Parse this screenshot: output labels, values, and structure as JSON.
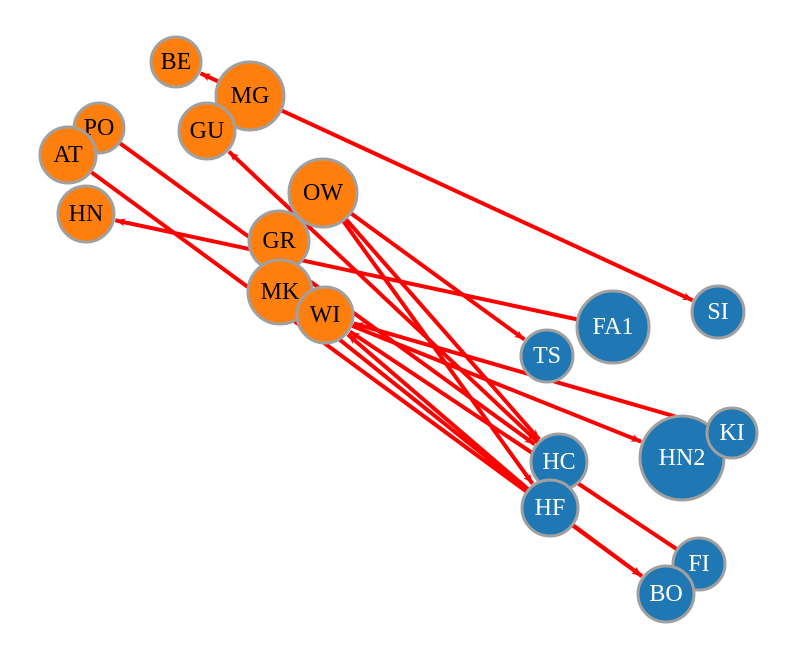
{
  "colors": {
    "group_a": "#ff7f0e",
    "group_b": "#1f77b4",
    "edge": "#ff0000",
    "node_stroke": "#a0a0a0",
    "label_a": "#000000",
    "label_b": "#ffffff"
  },
  "nodes": [
    {
      "id": "BE",
      "label": "BE",
      "group": "a"
    },
    {
      "id": "MG",
      "label": "MG",
      "group": "a"
    },
    {
      "id": "PO",
      "label": "PO",
      "group": "a"
    },
    {
      "id": "GU",
      "label": "GU",
      "group": "a"
    },
    {
      "id": "AT",
      "label": "AT",
      "group": "a"
    },
    {
      "id": "OW",
      "label": "OW",
      "group": "a"
    },
    {
      "id": "HN",
      "label": "HN",
      "group": "a"
    },
    {
      "id": "GR",
      "label": "GR",
      "group": "a"
    },
    {
      "id": "MK",
      "label": "MK",
      "group": "a"
    },
    {
      "id": "WI",
      "label": "WI",
      "group": "a"
    },
    {
      "id": "SI",
      "label": "SI",
      "group": "b"
    },
    {
      "id": "FA1",
      "label": "FA1",
      "group": "b"
    },
    {
      "id": "TS",
      "label": "TS",
      "group": "b"
    },
    {
      "id": "HN2",
      "label": "HN2",
      "group": "b"
    },
    {
      "id": "KI",
      "label": "KI",
      "group": "b"
    },
    {
      "id": "HC",
      "label": "HC",
      "group": "b"
    },
    {
      "id": "HF",
      "label": "HF",
      "group": "b"
    },
    {
      "id": "FI",
      "label": "FI",
      "group": "b"
    },
    {
      "id": "BO",
      "label": "BO",
      "group": "b"
    }
  ],
  "edges": [
    {
      "from": "MG",
      "to": "SI"
    },
    {
      "from": "MG",
      "to": "BE"
    },
    {
      "from": "OW",
      "to": "TS"
    },
    {
      "from": "OW",
      "to": "HC"
    },
    {
      "from": "OW",
      "to": "HF"
    },
    {
      "from": "FA1",
      "to": "HN"
    },
    {
      "from": "HC",
      "to": "GU"
    },
    {
      "from": "KI",
      "to": "WI"
    },
    {
      "from": "WI",
      "to": "HN2"
    },
    {
      "from": "FI",
      "to": "WI"
    },
    {
      "from": "HF",
      "to": "WI"
    },
    {
      "from": "HF",
      "to": "BO"
    },
    {
      "from": "MK",
      "to": "HF"
    },
    {
      "from": "AT",
      "to": "BO"
    },
    {
      "from": "PO",
      "to": "HC"
    }
  ]
}
